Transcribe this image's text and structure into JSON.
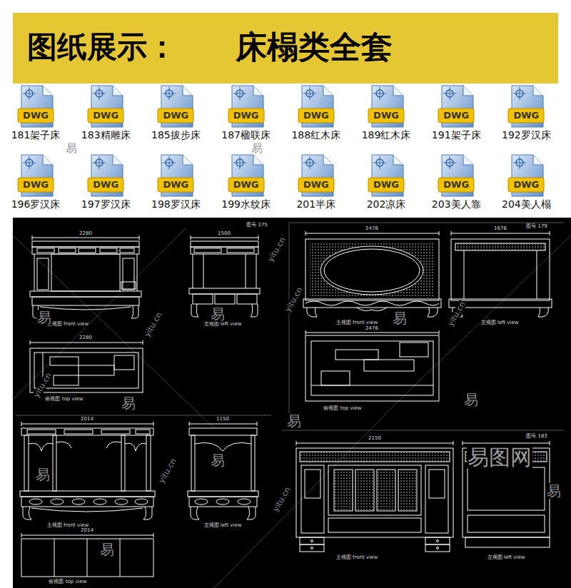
{
  "diagram": {
    "title": "图纸展示：",
    "nodes": [
      {
        "text": [
          "DWG",
          "181架子床"
        ]
      },
      {
        "text": [
          "DWG",
          "183精雕床"
        ]
      },
      {
        "text": [
          "DWG",
          "185拔步床"
        ]
      },
      {
        "text": [
          "DWG",
          "187楹联床"
        ]
      },
      {
        "text": [
          "DWG",
          "188红木床"
        ]
      },
      {
        "text": [
          "DWG",
          "189红木床"
        ]
      },
      {
        "text": [
          "DWG",
          "191架子床"
        ]
      },
      {
        "text": [
          "DWG",
          "192罗汉床"
        ]
      },
      {
        "text": [
          "DWG",
          "196罗汉床"
        ]
      },
      {
        "text": [
          "DWG",
          "197罗汉床"
        ]
      },
      {
        "text": [
          "DWG",
          "198罗汉床"
        ]
      },
      {
        "text": [
          "DWG",
          "199水纹床"
        ]
      },
      {
        "text": [
          "DWG",
          "201半床"
        ]
      },
      {
        "text": [
          "DWG",
          "202凉床"
        ]
      },
      {
        "text": [
          "DWG",
          "203美人靠"
        ]
      },
      {
        "text": [
          "DWG",
          "204美人榻"
        ]
      }
    ],
    "labels": [
      "床榻类全套",
      "2280",
      "1500",
      "主视图 front view",
      "左视图 left view",
      "2280",
      "俯视图 top view",
      "2476",
      "1676",
      "主视图 front view",
      "左视图 left view",
      "2476",
      "俯视图 top view",
      "2014",
      "1150",
      "主视图 front view",
      "左视图 left view",
      "2014",
      "俯视图 top view",
      "2150",
      "主视图 front view",
      "左视图 left view",
      "图号 175",
      "图号 179",
      "图号 183",
      "易",
      "易",
      "易",
      "易",
      "易",
      "易",
      "易",
      "易",
      "易",
      "易",
      "yitu.cn",
      "yitu.cn",
      "yitu.cn",
      "yitu.cn",
      "yitu.cn",
      "yitu.cn",
      "yitu.cn",
      "易图网",
      "易",
      "易"
    ]
  }
}
